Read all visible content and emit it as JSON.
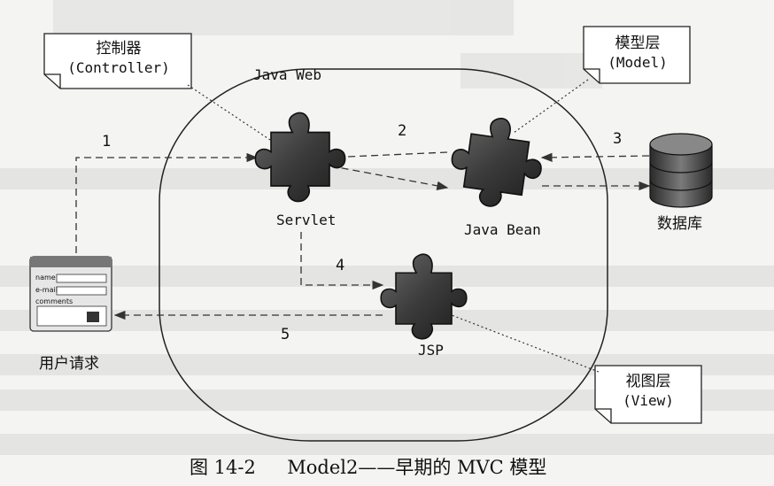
{
  "diagram": {
    "container_label": "Java Web",
    "notes": {
      "controller": {
        "line1": "控制器",
        "line2": "(Controller)"
      },
      "model": {
        "line1": "模型层",
        "line2": "(Model)"
      },
      "view": {
        "line1": "视图层",
        "line2": "(View)"
      }
    },
    "components": {
      "servlet": "Servlet",
      "javabean": "Java Bean",
      "jsp": "JSP",
      "database": "数据库",
      "user_request": "用户请求"
    },
    "steps": [
      "1",
      "2",
      "3",
      "4",
      "5"
    ],
    "form_icon": {
      "name": "name",
      "email": "e-mail",
      "comments": "comments"
    }
  },
  "caption": {
    "figure_number": "图 14-2",
    "text": "Model2——早期的 MVC 模型"
  }
}
